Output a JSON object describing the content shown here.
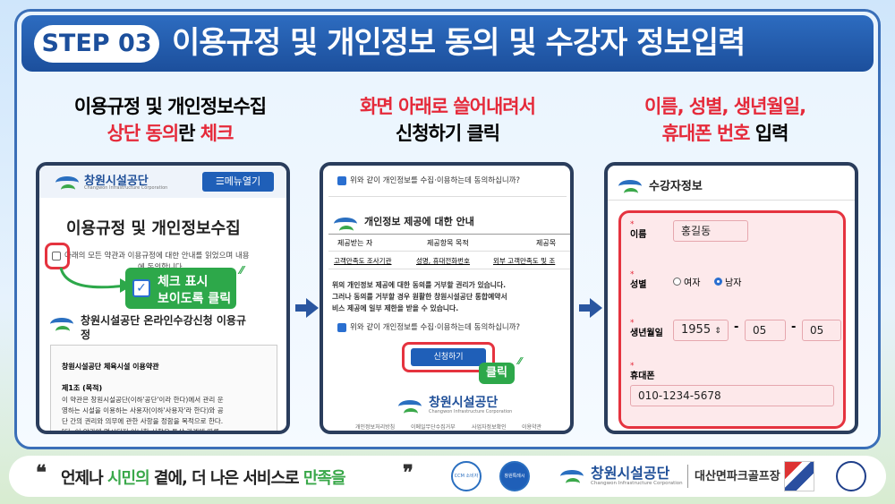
{
  "header": {
    "step": "STEP 03",
    "title": "이용규정 및 개인정보 동의 및 수강자 정보입력"
  },
  "captions": {
    "col1": {
      "line1": "이용규정 및 개인정보수집",
      "line2_red": "상단 동의",
      "line2_tail": "란 ",
      "line2_red2": "체크"
    },
    "col2": {
      "line1_red": "화면 아래로 쓸어내려서",
      "line2": "신청하기 클릭"
    },
    "col3": {
      "line1_red": "이름, 성별, 생년월일,",
      "line2_red": "휴대폰 번호",
      "line2_tail": " 입력"
    }
  },
  "panel1": {
    "org_name": "창원시설공단",
    "org_sub": "Changwon Infrastructure Corporation",
    "menu_button": "☰메뉴열기",
    "title": "이용규정 및 개인정보수집",
    "agree_text": "아래의 모든 약관과 이용규정에 대한 안내를 읽었으며 내용",
    "agree_text2": "에 동의합니다.",
    "callout_line1": "체크 표시",
    "callout_line2": "보이도록 클릭",
    "section_title": "창원시설공단 온라인수강신청 이용규",
    "section_title2": "정",
    "terms_title": "창원시설공단 체육시설 이용약관",
    "article1": "제1조 (목적)",
    "terms_lines": [
      "이 약관은 창원시설공단(이하'공단'이라 한다)에서 관리 운",
      "영하는 시설을 이용하는 사용자(이하'사용자'라 한다)와 공",
      "단 간의 권리와 의무에 관한 사항을 정함을 목적으로 한다.",
      "[단, 이 약관에 명시되지 아니한 사항은 통상 관례에 따른"
    ]
  },
  "panel2": {
    "agree_top": "위와 같이 개인정보를 수집·이용하는데 동의하십니까?",
    "section_title": "개인정보 제공에 대한 안내",
    "table_headers": [
      "제공받는 자",
      "제공항목 목적",
      "제공목"
    ],
    "table_row": [
      "고객만족도 조사기관",
      "성명, 휴대전화번호",
      "외부 고객만족도 및 조"
    ],
    "notice_lines": [
      "위의 개인정보 제공에 대한 동의를 거부할 권리가 있습니다.",
      "그러나 동의를 거부할 경우 원활한 창원시설공단 통합예약서",
      "비스 제공에 일부 제한을 받을 수 있습니다."
    ],
    "agree_bottom": "위와 같이 개인정보를 수집·이용하는데 동의하십니까?",
    "apply_button": "신청하기",
    "click_badge": "클릭",
    "footer_org": "창원시설공단",
    "footer_org_sub": "Changwon Infrastructure Corporation",
    "footer_links": [
      "개인정보처리방침",
      "이메일무단수집거부",
      "사업자정보확인",
      "이용약관"
    ]
  },
  "panel3": {
    "title": "수강자정보",
    "name_label": "이름",
    "name_value": "홍길동",
    "gender_label": "성별",
    "gender_female": "여자",
    "gender_male": "남자",
    "birth_label": "생년월일",
    "birth_year": "1955",
    "birth_month": "05",
    "birth_day": "05",
    "dash": "-",
    "phone_label": "휴대폰",
    "phone_value": "010-1234-5678",
    "required_mark": "*"
  },
  "footer": {
    "slogan_pre": "언제나 ",
    "slogan_g1": "시민의",
    "slogan_mid": " 곁에, 더 나은 서비스로 ",
    "slogan_g2": "만족을",
    "org_name": "창원시설공단",
    "org_sub": "Changwon Infrastructure Corporation",
    "facility": "대산면파크골프장",
    "quote_open": "❝",
    "quote_close": "❞",
    "badge1": "CCM 소비자중심",
    "badge2": "창원특례시"
  },
  "colors": {
    "accent": "#1c4f9c",
    "highlight_red": "#e52a3a",
    "green": "#2da84a"
  }
}
